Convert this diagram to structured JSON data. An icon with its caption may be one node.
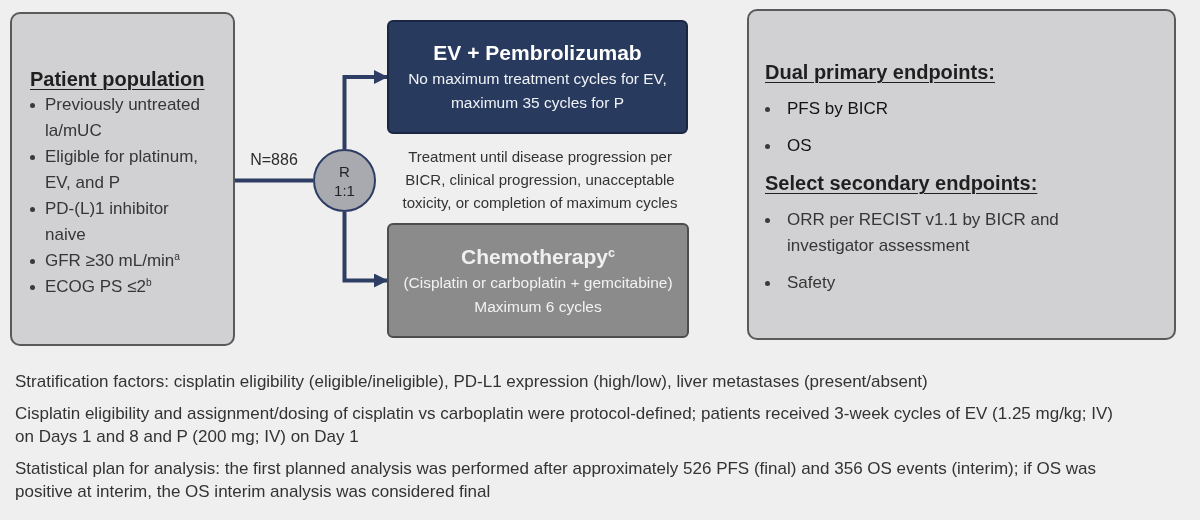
{
  "diagram": {
    "nodes": [
      {
        "text": [
          "Patient population",
          "Previously untreated la/mUC",
          "Eligible for platinum, EV, and P",
          "PD-(L)1 inhibitor naive",
          "GFR ≥30 mL/min$^{a}$",
          "ECOG PS ≤2$^{b}$"
        ]
      },
      {
        "text": [
          "R 1:1"
        ]
      },
      {
        "text": [
          "EV + Pembrolizumab",
          "No maximum treatment cycles for EV, maximum 35 cycles for P"
        ]
      },
      {
        "text": [
          "Chemotherapy$^{c}$",
          "(Cisplatin or carboplatin + gemcitabine)",
          "Maximum 6 cycles"
        ]
      },
      {
        "text": [
          "Dual primary endpoints:",
          "PFS by BICR",
          "OS",
          "Select secondary endpoints:",
          "ORR per RECIST v1.1 by BICR and investigator assessment",
          "Safety"
        ]
      }
    ],
    "edges": [
      {
        "from": 0,
        "to": 1,
        "arrow": "none",
        "label": "N=886"
      },
      {
        "from": 1,
        "to": 2,
        "arrow": "to"
      },
      {
        "from": 1,
        "to": 3,
        "arrow": "to"
      }
    ],
    "labels": [
      "Treatment until disease progression per BICR, clinical progression, unacceptable toxicity, or completion of maximum cycles",
      "Stratification factors: cisplatin eligibility (eligible/ineligible), PD-L1 expression (high/low), liver metastases (present/absent)",
      "Cisplatin eligibility and assignment/dosing of cisplatin vs carboplatin were protocol-defined; patients received 3-week cycles of EV (1.25 mg/kg; IV) on Days 1 and 8 and P (200 mg; IV) on Day 1",
      "Statistical plan for analysis: the first planned analysis was performed after approximately 526 PFS (final) and 356 OS events (interim); if OS was positive at interim, the OS interim analysis was considered final"
    ]
  }
}
